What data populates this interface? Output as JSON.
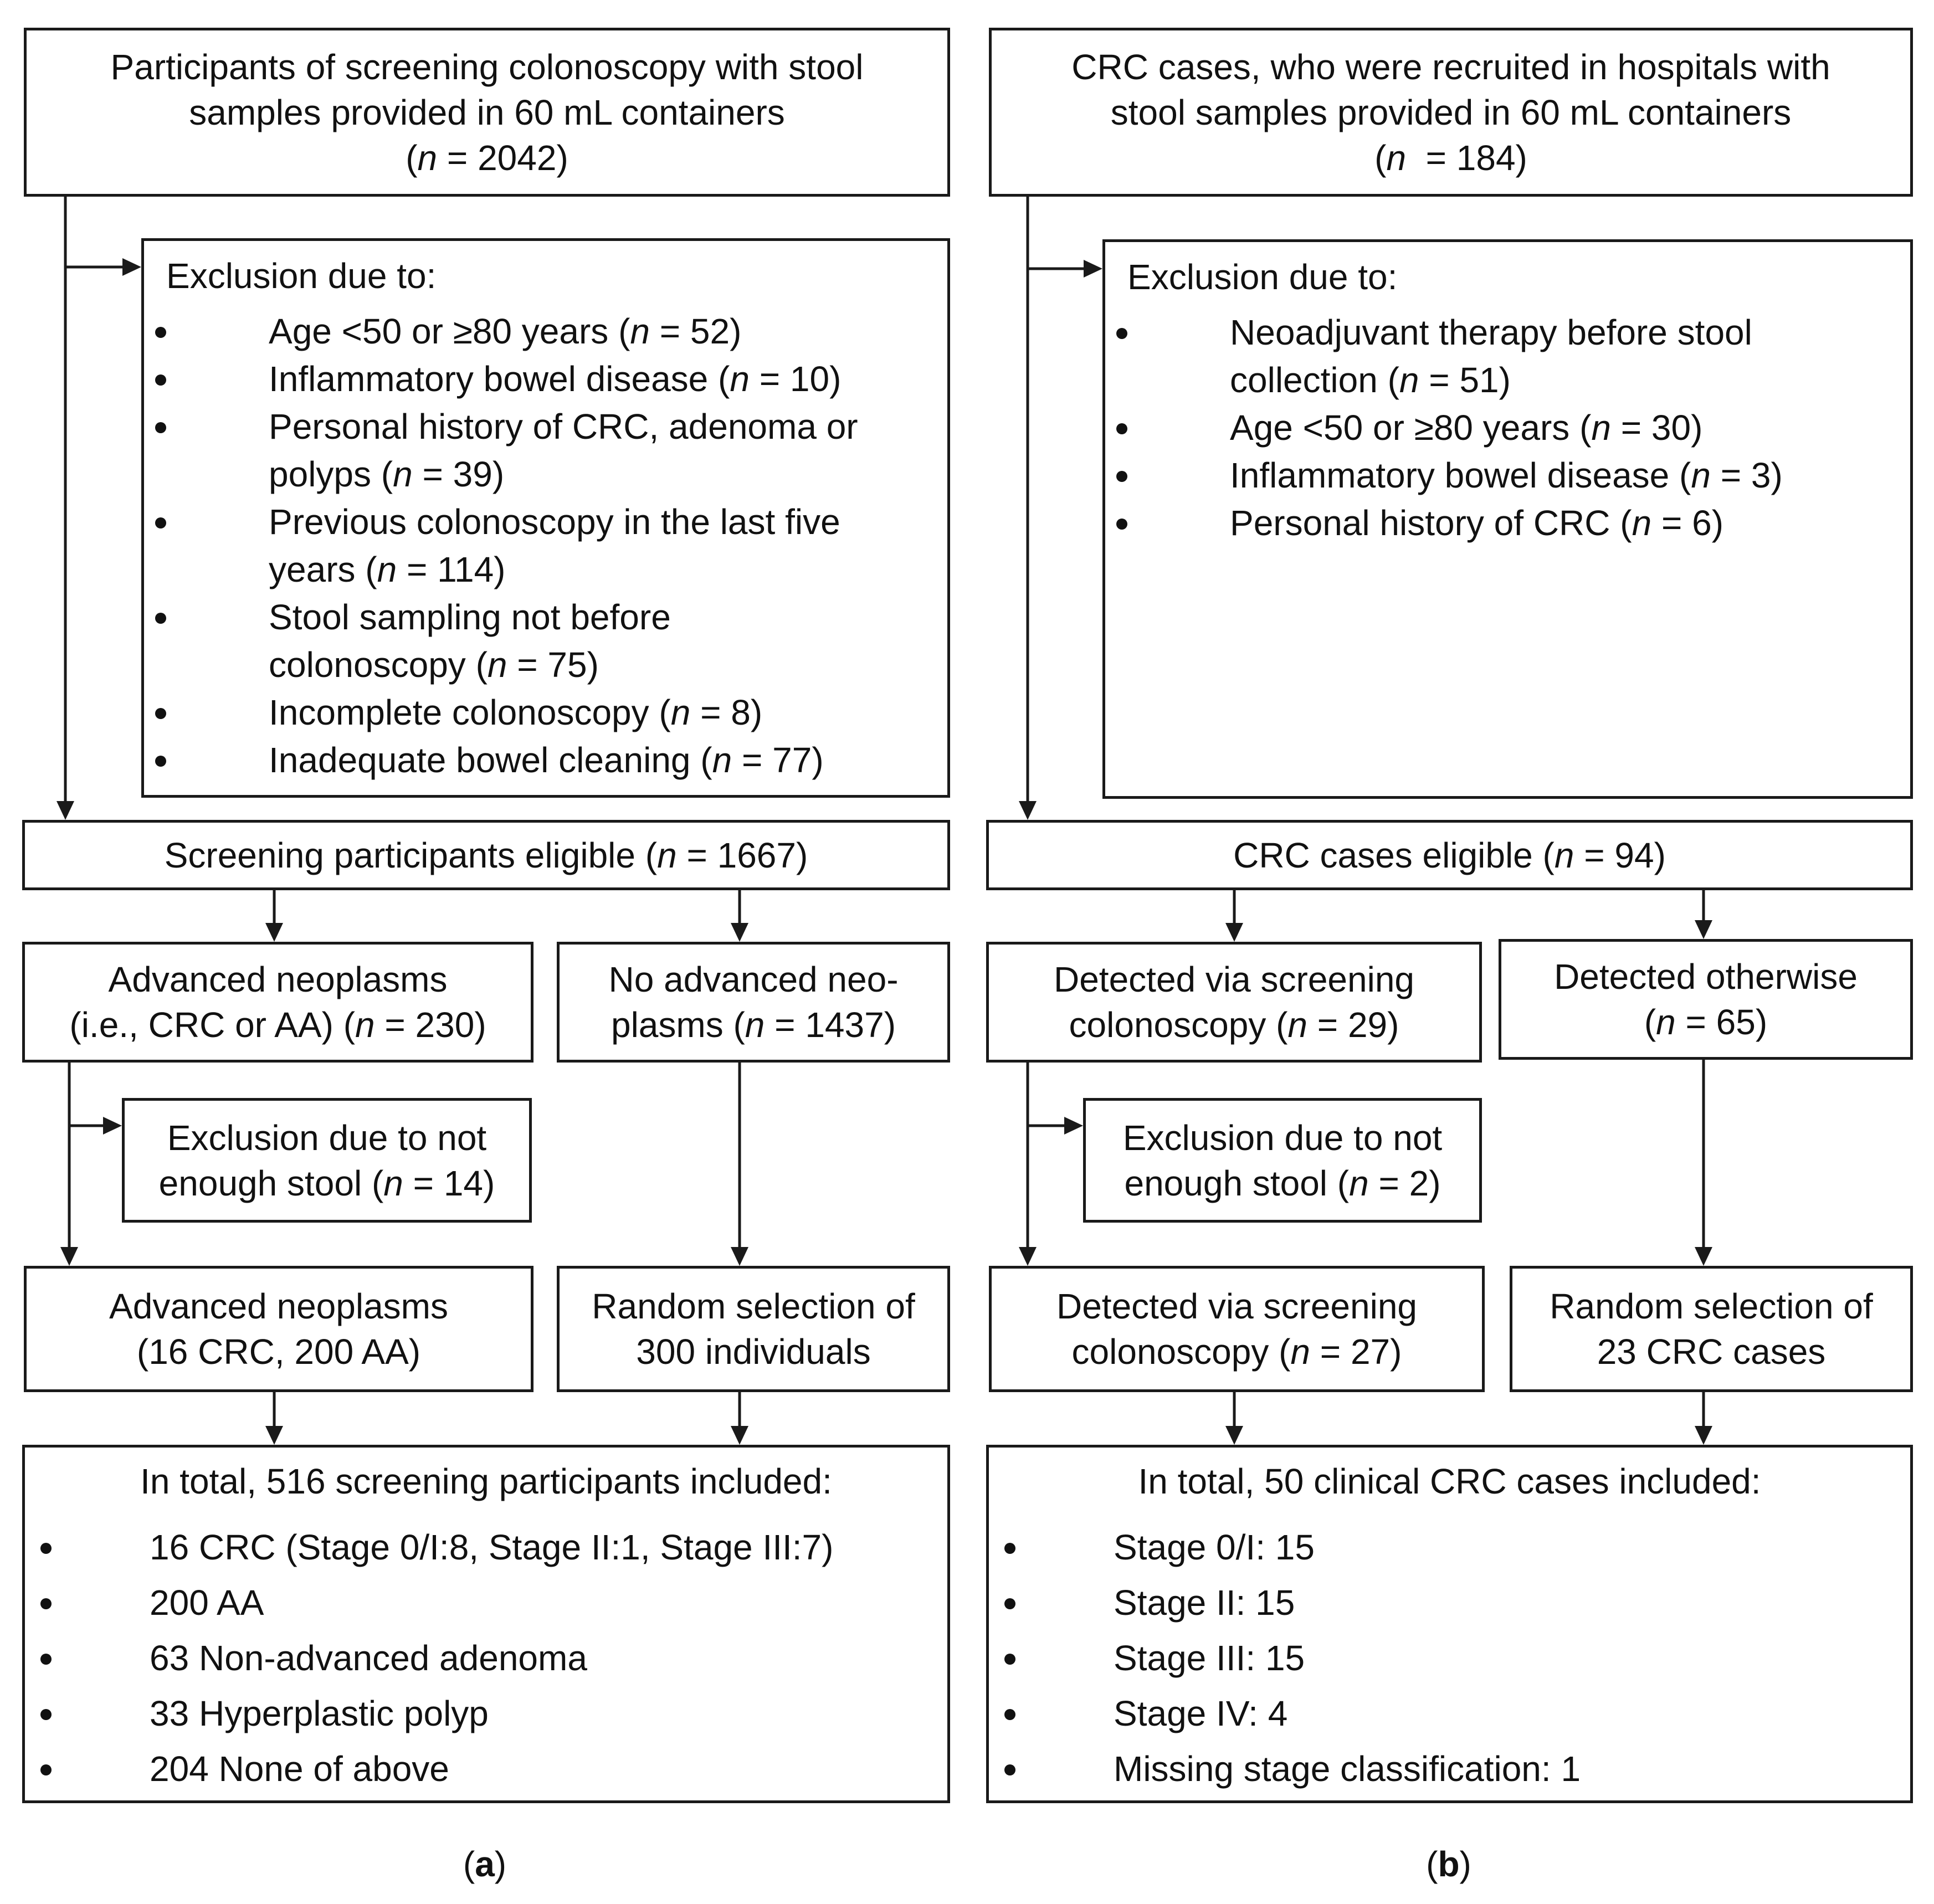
{
  "panel_a": {
    "label": "a",
    "start_lines": [
      "Participants of screening colonoscopy with stool",
      "samples provided in 60 mL containers"
    ],
    "start_n": "2042",
    "exclusion_title": "Exclusion due to:",
    "exclusions": [
      [
        {
          "t": "Age <50 or ≥80 years ("
        },
        {
          "t": "n",
          "i": true
        },
        {
          "t": " = 52)"
        }
      ],
      [
        {
          "t": "Inflammatory bowel disease ("
        },
        {
          "t": "n",
          "i": true
        },
        {
          "t": " = 10)"
        }
      ],
      [
        {
          "t": "Personal history of CRC, adenoma or\npolyps ("
        },
        {
          "t": "n",
          "i": true
        },
        {
          "t": " = 39)"
        }
      ],
      [
        {
          "t": "Previous colonoscopy in the last five\nyears ("
        },
        {
          "t": "n",
          "i": true
        },
        {
          "t": " = 114)"
        }
      ],
      [
        {
          "t": "Stool sampling not before\ncolonoscopy ("
        },
        {
          "t": "n",
          "i": true
        },
        {
          "t": " = 75)"
        }
      ],
      [
        {
          "t": "Incomplete colonoscopy ("
        },
        {
          "t": "n",
          "i": true
        },
        {
          "t": " = 8)"
        }
      ],
      [
        {
          "t": "Inadequate bowel cleaning ("
        },
        {
          "t": "n",
          "i": true
        },
        {
          "t": " = 77)"
        }
      ]
    ],
    "eligible_pre": "Screening participants eligible (",
    "eligible_n": "1667",
    "advanced_line1": "Advanced neoplasms",
    "advanced_line2_pre": "(i.e., CRC or AA) (",
    "advanced_n": "230",
    "no_advanced_line1": "No advanced neo-",
    "no_advanced_line2_pre": "plasms (",
    "no_advanced_n": "1437",
    "stool_excl_line1": "Exclusion due to not",
    "stool_excl_line2_pre": "enough stool (",
    "stool_excl_n": "14",
    "adv_final_line1": "Advanced neoplasms",
    "adv_final_line2": "(16 CRC, 200 AA)",
    "random_line1": "Random selection of",
    "random_line2": "300 individuals",
    "total_title": "In total, 516 screening participants included:",
    "total_items": [
      "16 CRC (Stage 0/I:8, Stage II:1, Stage III:7)",
      "200 AA",
      "63 Non-advanced adenoma",
      "33 Hyperplastic polyp",
      "204 None of above"
    ]
  },
  "panel_b": {
    "label": "b",
    "start_lines": [
      "CRC cases, who were recruited in hospitals with",
      "stool samples provided in 60 mL containers"
    ],
    "start_n": "184",
    "exclusion_title": "Exclusion due to:",
    "exclusions": [
      [
        {
          "t": "Neoadjuvant therapy before stool\ncollection ("
        },
        {
          "t": "n",
          "i": true
        },
        {
          "t": " = 51)"
        }
      ],
      [
        {
          "t": "Age <50 or ≥80 years ("
        },
        {
          "t": "n",
          "i": true
        },
        {
          "t": " = 30)"
        }
      ],
      [
        {
          "t": "Inflammatory bowel disease ("
        },
        {
          "t": "n",
          "i": true
        },
        {
          "t": " = 3)"
        }
      ],
      [
        {
          "t": "Personal history of CRC ("
        },
        {
          "t": "n",
          "i": true
        },
        {
          "t": " = 6)"
        }
      ]
    ],
    "eligible_pre": "CRC cases eligible (",
    "eligible_n": "94",
    "screening_line1": "Detected via screening",
    "screening_line2_pre": "colonoscopy (",
    "screening_n": "29",
    "otherwise_line1": "Detected otherwise",
    "otherwise_n": "65",
    "stool_excl_line1": "Exclusion due to not",
    "stool_excl_line2_pre": "enough stool (",
    "stool_excl_n": "2",
    "screening_final_line1": "Detected via screening",
    "screening_final_line2_pre": "colonoscopy (",
    "screening_final_n": "27",
    "random_line1": "Random selection of",
    "random_line2": "23 CRC cases",
    "total_title": "In total, 50 clinical CRC cases included:",
    "total_items": [
      "Stage 0/I: 15",
      "Stage II: 15",
      "Stage III: 15",
      "Stage IV: 4",
      "Missing stage classification: 1"
    ]
  },
  "common": {
    "n_symbol": "n",
    "n_eq": " = ",
    "n_eq_wide": "  = ",
    "open_paren": "(",
    "close_paren": ")"
  }
}
